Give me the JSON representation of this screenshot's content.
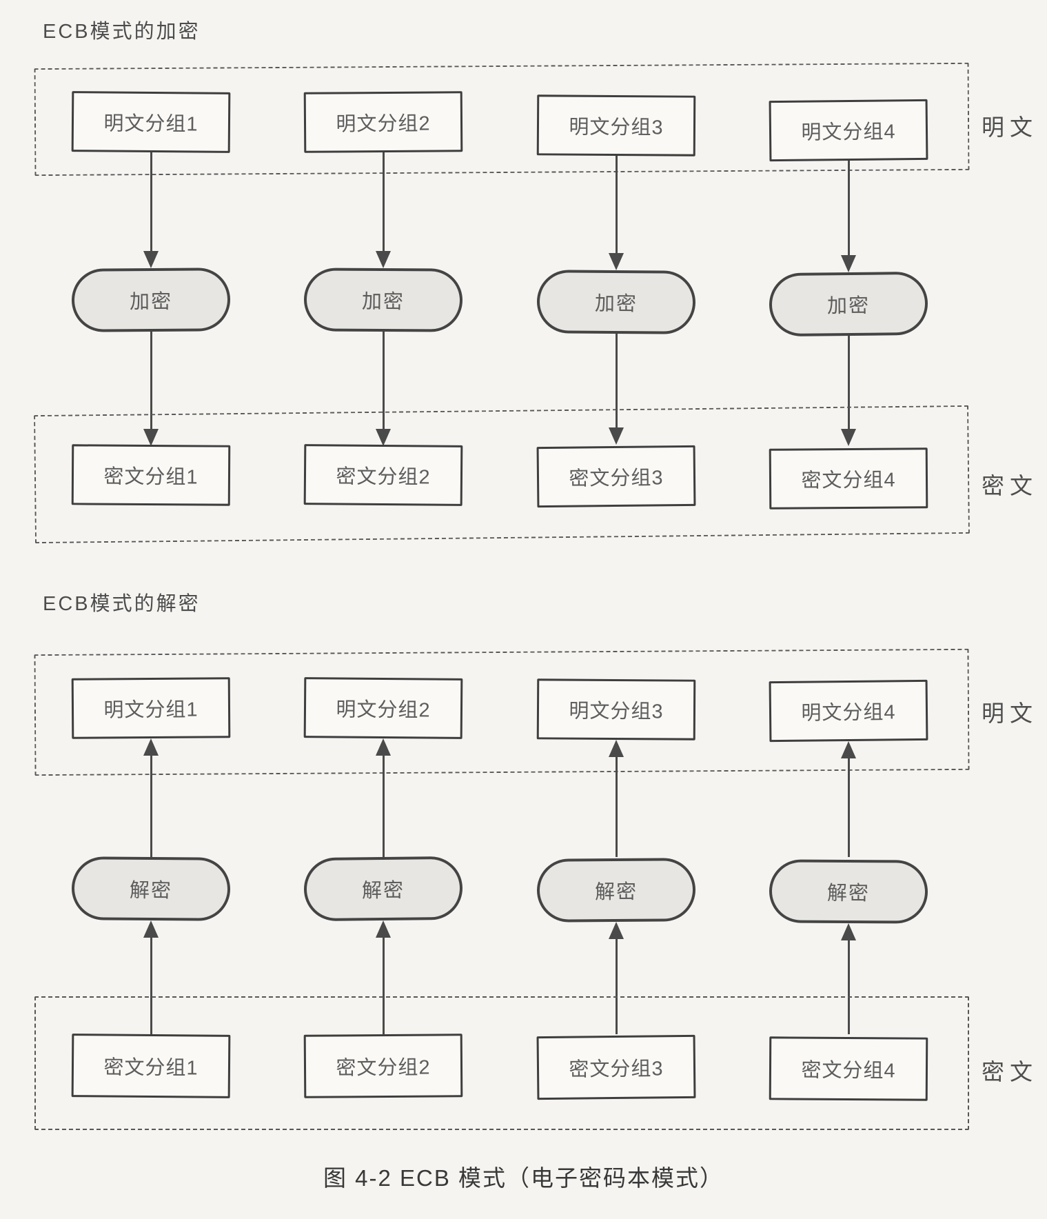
{
  "figure": {
    "caption": "图 4-2  ECB 模式（电子密码本模式）"
  },
  "encryption": {
    "title": "ECB模式的加密",
    "operation": "加密",
    "plaintext_label": "明文",
    "ciphertext_label": "密文",
    "plaintext_blocks": [
      "明文分组1",
      "明文分组2",
      "明文分组3",
      "明文分组4"
    ],
    "ciphertext_blocks": [
      "密文分组1",
      "密文分组2",
      "密文分组3",
      "密文分组4"
    ]
  },
  "decryption": {
    "title": "ECB模式的解密",
    "operation": "解密",
    "plaintext_label": "明文",
    "ciphertext_label": "密文",
    "plaintext_blocks": [
      "明文分组1",
      "明文分组2",
      "明文分组3",
      "明文分组4"
    ],
    "ciphertext_blocks": [
      "密文分组1",
      "密文分组2",
      "密文分组3",
      "密文分组4"
    ]
  },
  "colors": {
    "paper": "#f5f4f1",
    "line": "#4a4a4a",
    "box_border": "#3e3e3e",
    "box_fill": "#faf9f6",
    "pill_fill": "#e7e6e2",
    "text": "#5d5d5d"
  }
}
